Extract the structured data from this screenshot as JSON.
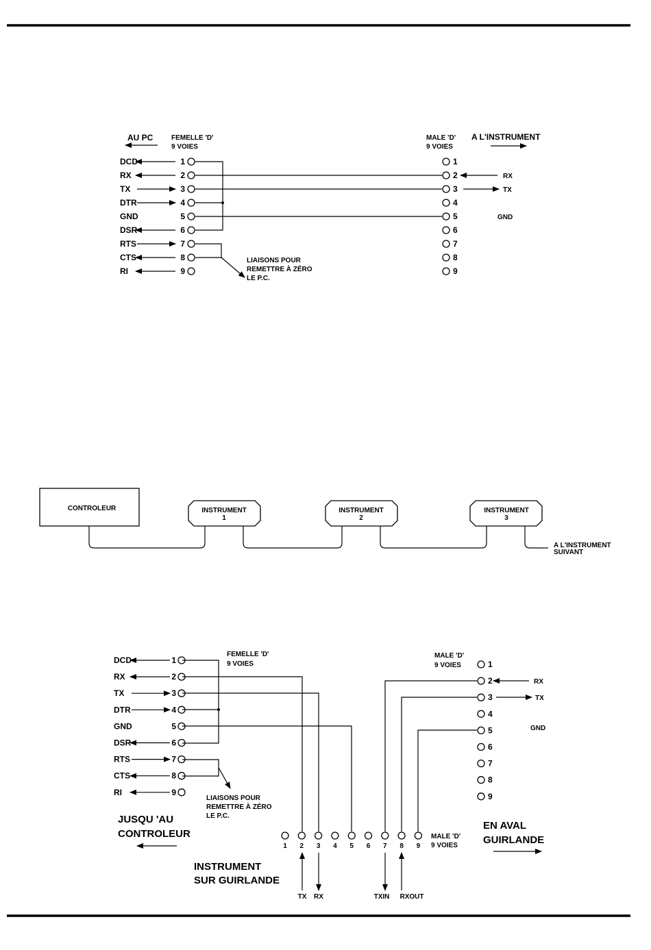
{
  "diagram1": {
    "pc_side": "AU PC",
    "female": [
      "FEMELLE 'D'",
      "9 VOIES"
    ],
    "male": [
      "MALE 'D'",
      "9 VOIES"
    ],
    "instrument_side": "A L'INSTRUMENT",
    "left_signals": [
      "DCD",
      "RX",
      "TX",
      "DTR",
      "GND",
      "DSR",
      "RTS",
      "CTS",
      "RI"
    ],
    "right_signals": {
      "rx": "RX",
      "tx": "TX",
      "gnd": "GND"
    },
    "pins": [
      "1",
      "2",
      "3",
      "4",
      "5",
      "6",
      "7",
      "8",
      "9"
    ],
    "note": [
      "LIAISONS POUR",
      "REMETTRE À ZÉRO",
      "LE P.C."
    ]
  },
  "diagram2": {
    "controller": "CONTROLEUR",
    "instruments": [
      {
        "name": "INSTRUMENT",
        "num": "1"
      },
      {
        "name": "INSTRUMENT",
        "num": "2"
      },
      {
        "name": "INSTRUMENT",
        "num": "3"
      }
    ],
    "next": [
      "A L'INSTRUMENT",
      "SUIVANT"
    ]
  },
  "diagram3": {
    "left_signals": [
      "DCD",
      "RX",
      "TX",
      "DTR",
      "GND",
      "DSR",
      "RTS",
      "CTS",
      "RI"
    ],
    "female": [
      "FEMELLE 'D'",
      "9 VOIES"
    ],
    "male": [
      "MALE 'D'",
      "9 VOIES"
    ],
    "right_signals": {
      "rx": "RX",
      "tx": "TX",
      "gnd": "GND"
    },
    "pins": [
      "1",
      "2",
      "3",
      "4",
      "5",
      "6",
      "7",
      "8",
      "9"
    ],
    "note": [
      "LIAISONS POUR",
      "REMETTRE À ZÉRO",
      "LE P.C."
    ],
    "to_controller": [
      "JUSQU 'AU",
      "CONTROLEUR"
    ],
    "downstream": [
      "EN AVAL",
      "GUIRLANDE"
    ],
    "daisy": [
      "INSTRUMENT",
      "SUR GUIRLANDE"
    ],
    "bottom_male": [
      "MALE 'D'",
      "9 VOIES"
    ],
    "bottom_signals": [
      "TX",
      "RX",
      "TXIN",
      "RXOUT"
    ]
  }
}
